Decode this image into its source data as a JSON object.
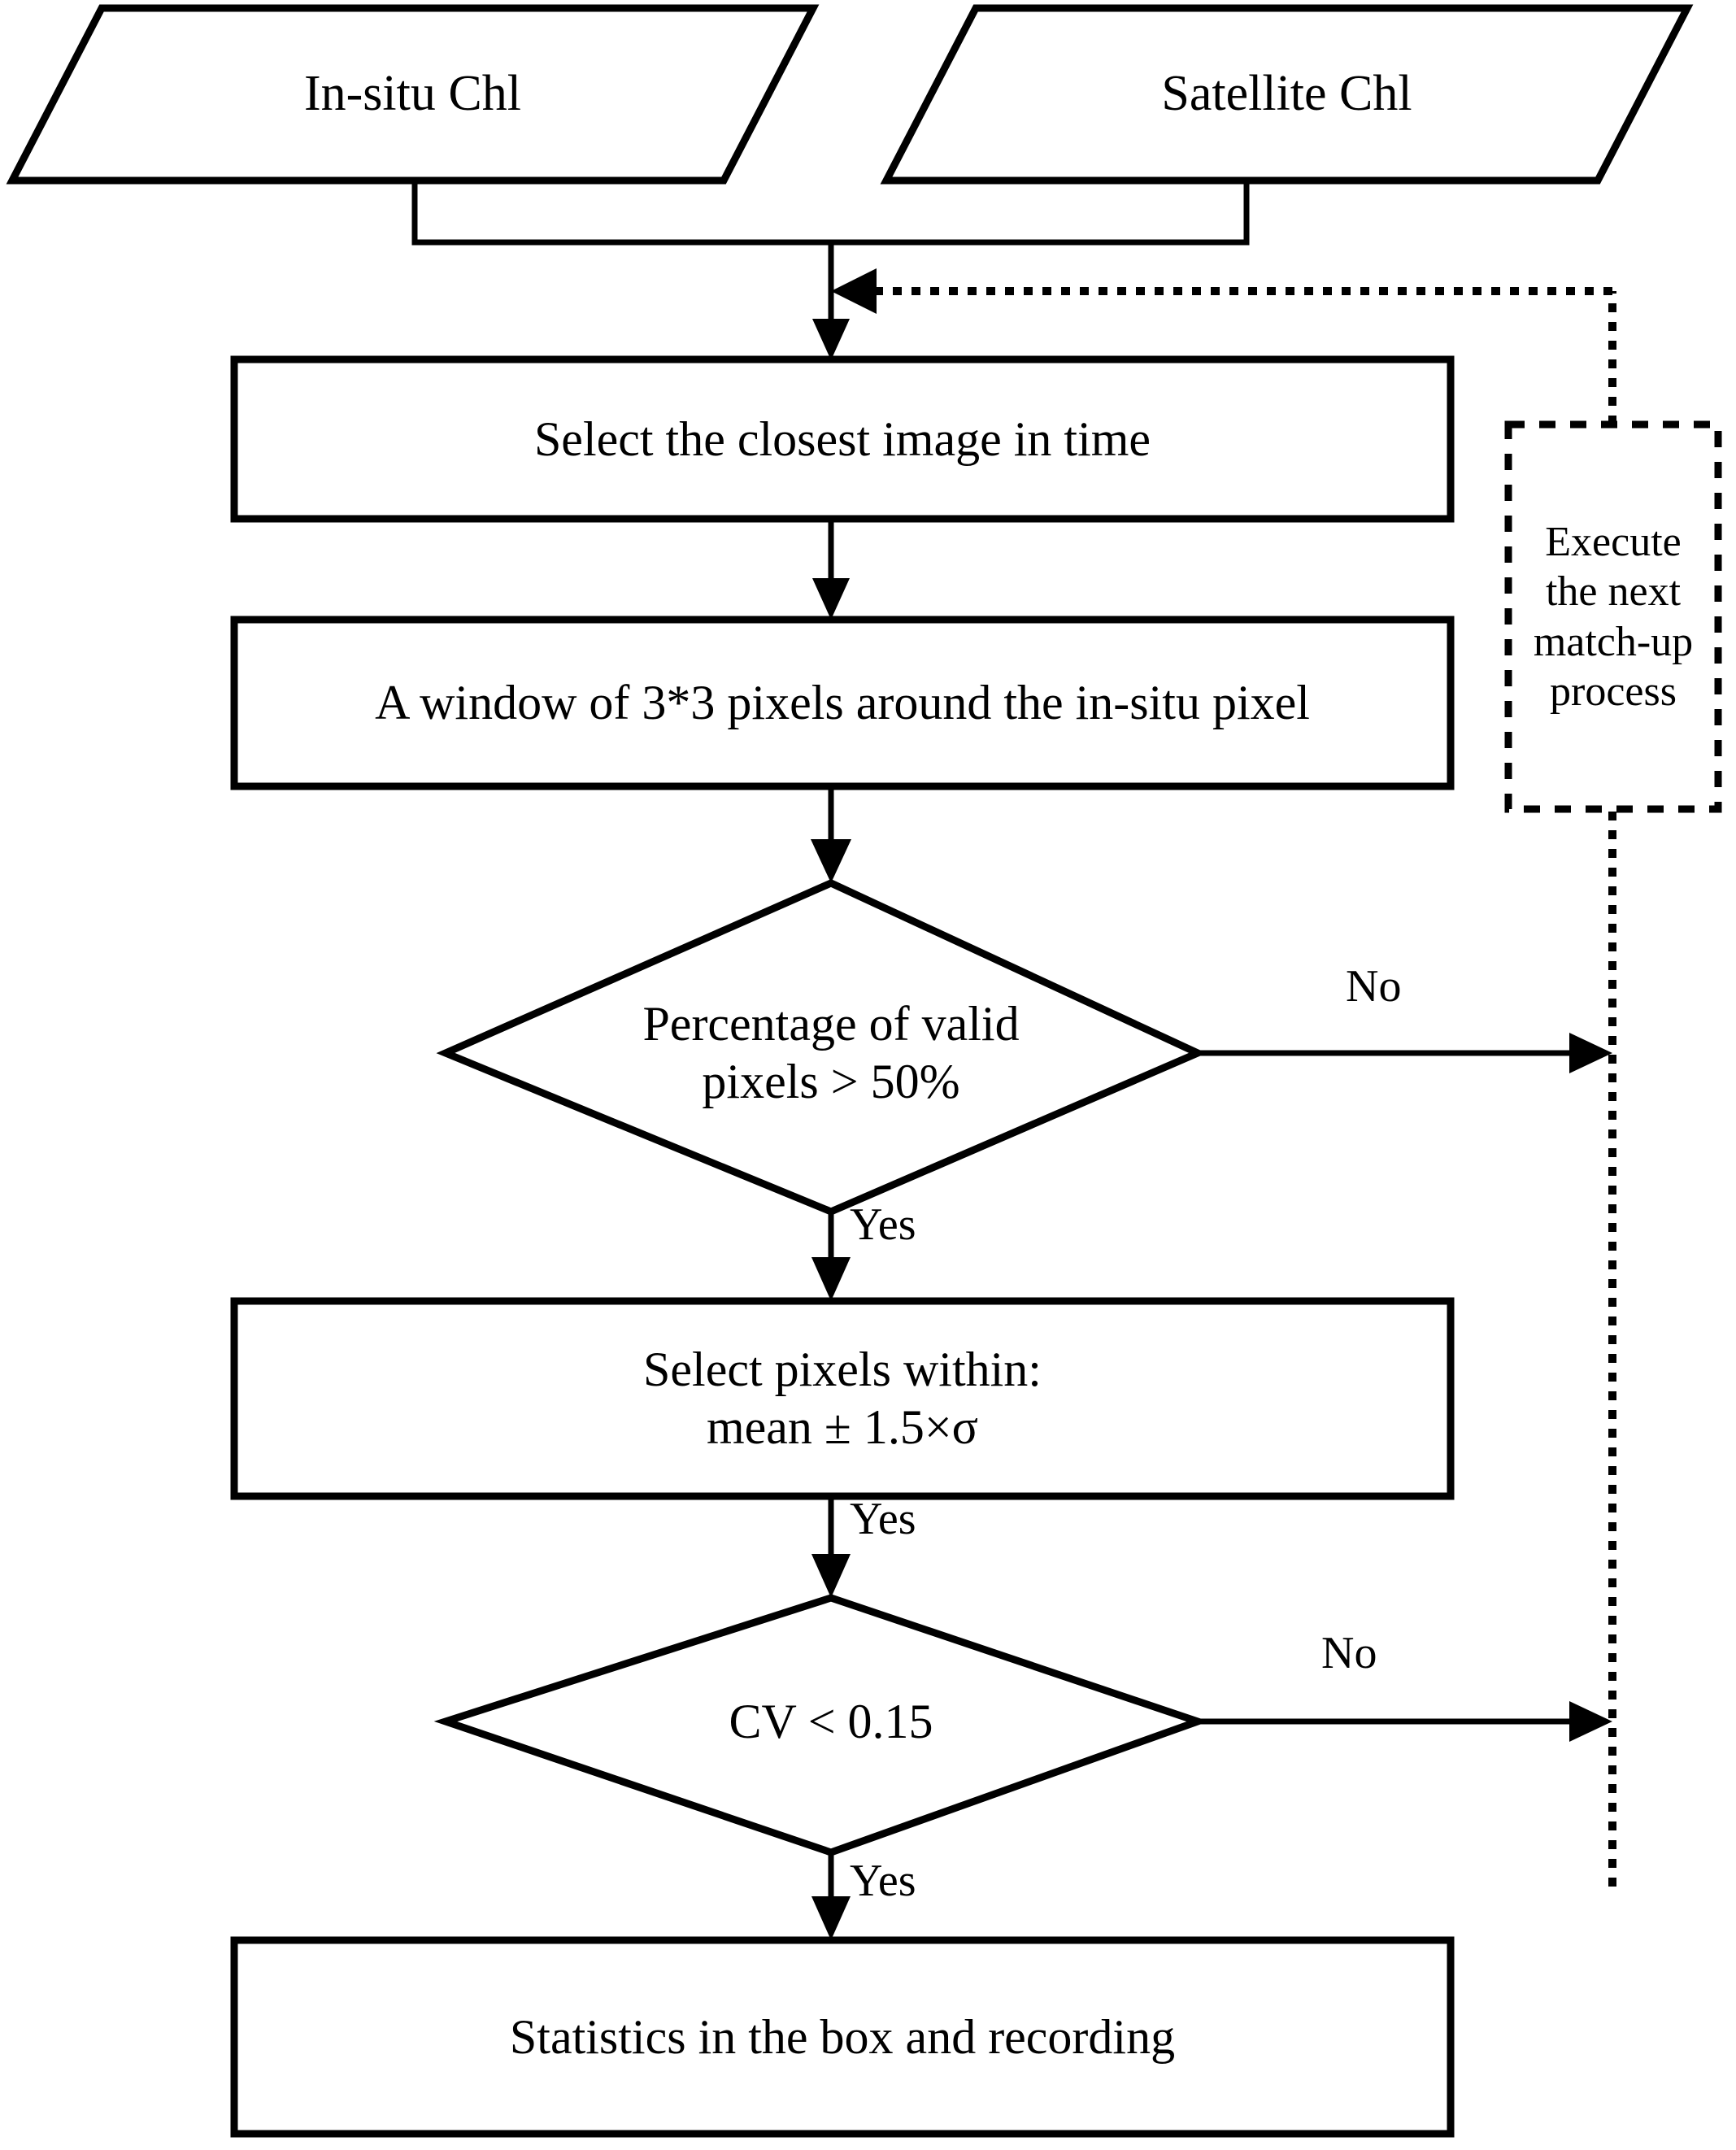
{
  "diagram": {
    "title": "Satellite / in-situ chlorophyll match-up procedure flowchart",
    "type": "flowchart",
    "orientation": "top-to-bottom",
    "colors": {
      "stroke": "#000000",
      "fill": "#ffffff",
      "text": "#000000"
    },
    "nodes": [
      {
        "id": "in-situ-chl",
        "shape": "parallelogram",
        "role": "input",
        "label": "In-situ Chl"
      },
      {
        "id": "satellite-chl",
        "shape": "parallelogram",
        "role": "input",
        "label": "Satellite Chl"
      },
      {
        "id": "select-closest-image",
        "shape": "rectangle",
        "role": "process",
        "label": "Select the closest image in time"
      },
      {
        "id": "window-3x3",
        "shape": "rectangle",
        "role": "process",
        "label": "A window of 3*3 pixels around the in-situ pixel"
      },
      {
        "id": "valid-pixels-decision",
        "shape": "diamond",
        "role": "decision",
        "label": "Percentage of valid\npixels > 50%"
      },
      {
        "id": "select-pixels-within",
        "shape": "rectangle",
        "role": "process",
        "label": "Select pixels within:\nmean ± 1.5×σ"
      },
      {
        "id": "cv-decision",
        "shape": "diamond",
        "role": "decision",
        "label": "CV < 0.15"
      },
      {
        "id": "statistics-recording",
        "shape": "rectangle",
        "role": "process",
        "label": "Statistics in the box and recording"
      },
      {
        "id": "execute-next-matchup",
        "shape": "dashed-rectangle",
        "role": "loop-back",
        "label": "Execute\nthe next\nmatch-up\nprocess"
      }
    ],
    "edges": [
      {
        "id": "e-insitu-join",
        "from": "in-situ-chl",
        "to": "select-closest-image",
        "label": "",
        "style": "solid"
      },
      {
        "id": "e-satellite-join",
        "from": "satellite-chl",
        "to": "select-closest-image",
        "label": "",
        "style": "solid"
      },
      {
        "id": "e-select-window",
        "from": "select-closest-image",
        "to": "window-3x3",
        "label": "",
        "style": "solid"
      },
      {
        "id": "e-window-decision",
        "from": "window-3x3",
        "to": "valid-pixels-decision",
        "label": "",
        "style": "solid"
      },
      {
        "id": "e-valid-no",
        "from": "valid-pixels-decision",
        "to": "execute-next-matchup",
        "label": "No",
        "style": "solid"
      },
      {
        "id": "e-valid-yes",
        "from": "valid-pixels-decision",
        "to": "select-pixels-within",
        "label": "Yes",
        "style": "solid"
      },
      {
        "id": "e-within-cv",
        "from": "select-pixels-within",
        "to": "cv-decision",
        "label": "Yes",
        "style": "solid"
      },
      {
        "id": "e-cv-no",
        "from": "cv-decision",
        "to": "execute-next-matchup",
        "label": "No",
        "style": "solid"
      },
      {
        "id": "e-cv-yes",
        "from": "cv-decision",
        "to": "statistics-recording",
        "label": "Yes",
        "style": "solid"
      },
      {
        "id": "e-loop-back",
        "from": "execute-next-matchup",
        "to": "select-closest-image",
        "label": "",
        "style": "dashed"
      }
    ],
    "edge_labels": {
      "valid_no": "No",
      "valid_yes": "Yes",
      "within_yes": "Yes",
      "cv_no": "No",
      "cv_yes": "Yes"
    }
  }
}
